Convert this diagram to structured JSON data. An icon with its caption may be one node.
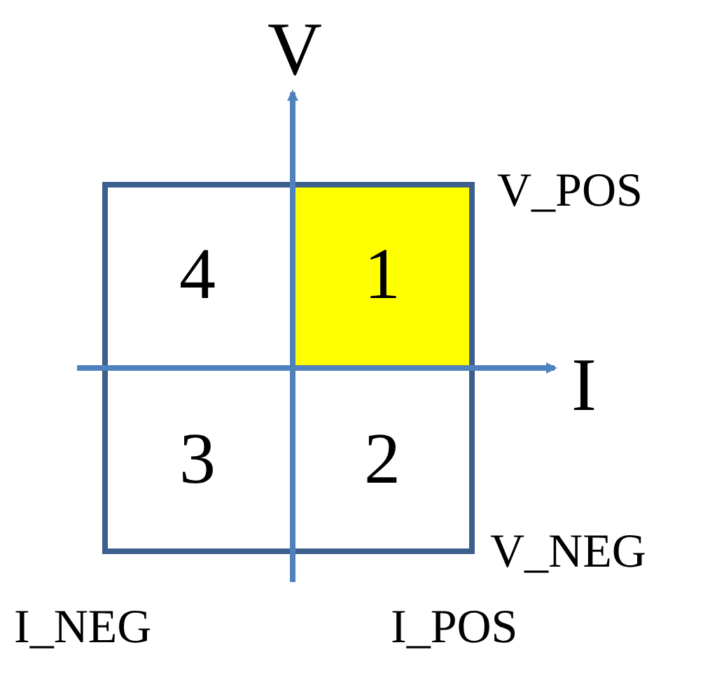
{
  "diagram": {
    "nodes": [
      {
        "text": [
          "4"
        ]
      },
      {
        "text": [
          "1"
        ]
      },
      {
        "text": [
          "3"
        ]
      },
      {
        "text": [
          "2"
        ]
      }
    ],
    "labels": [
      "V",
      "V_POS",
      "I",
      "V_NEG",
      "I_NEG",
      "I_POS"
    ]
  }
}
